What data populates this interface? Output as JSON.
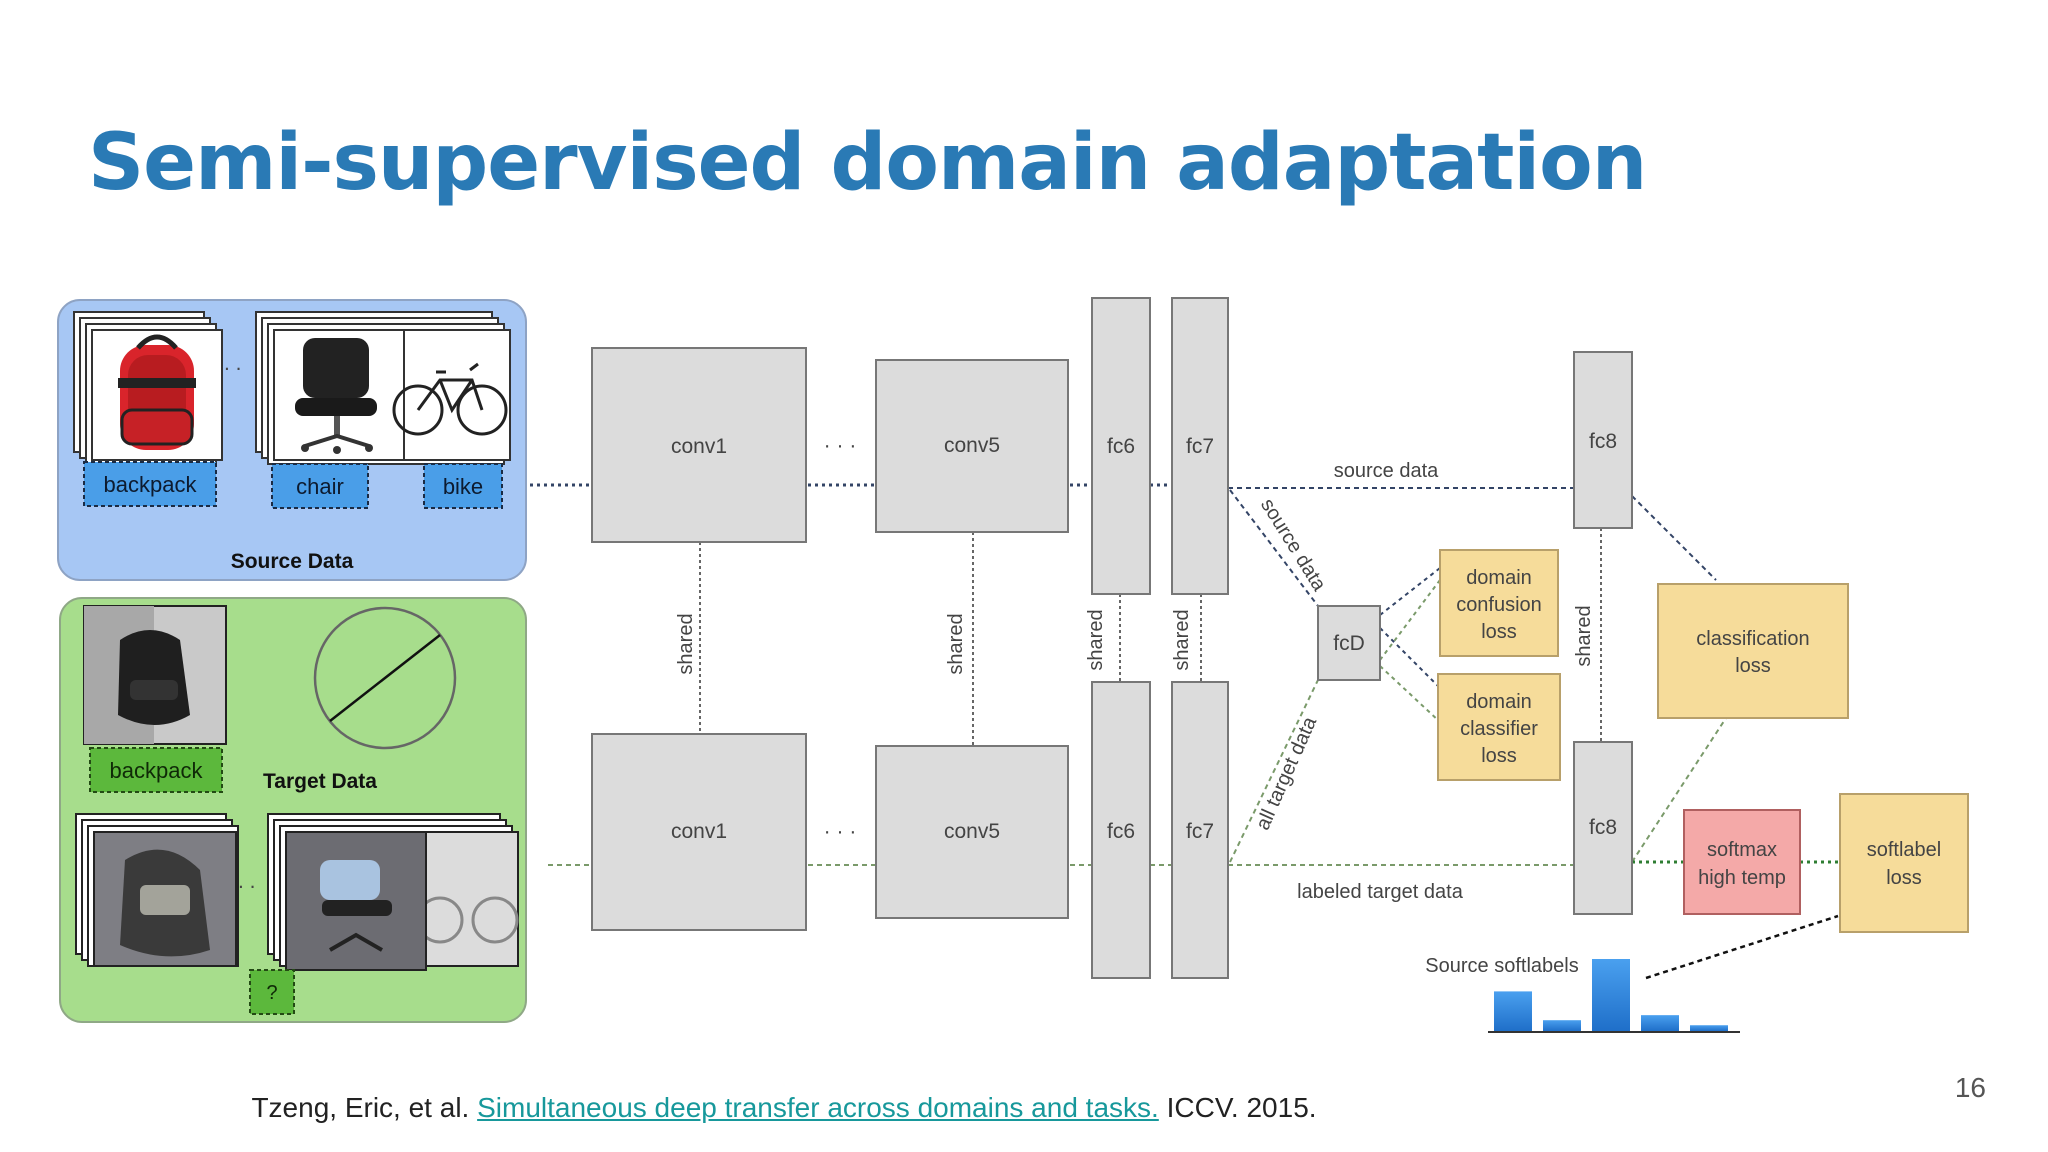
{
  "slide": {
    "title": "Semi-supervised domain adaptation",
    "page_number": "16",
    "citation": {
      "authors": "Tzeng, Eric, et al.",
      "link_text": "Simultaneous deep transfer across domains and tasks.",
      "venue": "ICCV. 2015."
    }
  },
  "source_panel": {
    "title": "Source Data",
    "labels": [
      "backpack",
      "chair",
      "bike"
    ],
    "ellipsis": ". ."
  },
  "target_panel": {
    "title": "Target Data",
    "label": "backpack",
    "unknown_label": "?",
    "ellipsis": ". ."
  },
  "network": {
    "top_row": [
      "conv1",
      "conv5",
      "fc6",
      "fc7",
      "fc8"
    ],
    "bottom_row": [
      "conv1",
      "conv5",
      "fc6",
      "fc7",
      "fc8"
    ],
    "ellipsis": "· · ·",
    "shared_label": "shared",
    "fcD": "fcD",
    "edges": {
      "source_data": "source data",
      "source_data_diag": "source data",
      "all_target_data": "all target data",
      "labeled_target_data": "labeled target data"
    },
    "losses": {
      "domain_confusion": [
        "domain",
        "confusion",
        "loss"
      ],
      "domain_classifier": [
        "domain",
        "classifier",
        "loss"
      ],
      "classification": [
        "classification",
        "loss"
      ],
      "softlabel": [
        "softlabel",
        "loss"
      ],
      "softmax": [
        "softmax",
        "high temp"
      ]
    },
    "softlabels": {
      "title": "Source softlabels",
      "values": [
        0.55,
        0.15,
        1.0,
        0.22,
        0.08
      ]
    },
    "colors": {
      "layer_fill": "#dcdcdc",
      "loss_fill": "#f6dc9a",
      "softmax_fill": "#f4a9a8",
      "source_panel": "#a7c7f4",
      "target_panel": "#a7dd8c",
      "source_tag": "#4a9ee8",
      "target_tag": "#5cb83c",
      "bar": "#2a7ed8"
    }
  }
}
